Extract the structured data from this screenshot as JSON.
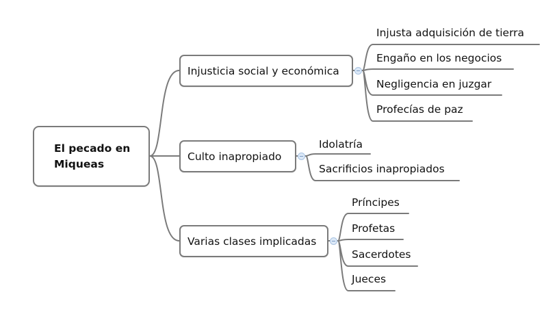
{
  "root": {
    "line1": "El pecado en",
    "line2": "Miqueas"
  },
  "branches": [
    {
      "label": "Injusticia social y económica",
      "children": [
        "Injusta adquisición de tierra",
        "Engaño en los negocios",
        "Negligencia en juzgar",
        "Profecías de paz"
      ]
    },
    {
      "label": "Culto inapropiado",
      "children": [
        "Idolatría",
        "Sacrificios inapropiados"
      ]
    },
    {
      "label": "Varias clases implicadas",
      "children": [
        "Príncipes",
        "Profetas",
        "Sacerdotes",
        "Jueces"
      ]
    }
  ],
  "colors": {
    "line": "#7a7a7a",
    "knob": "#dbe8f7"
  }
}
